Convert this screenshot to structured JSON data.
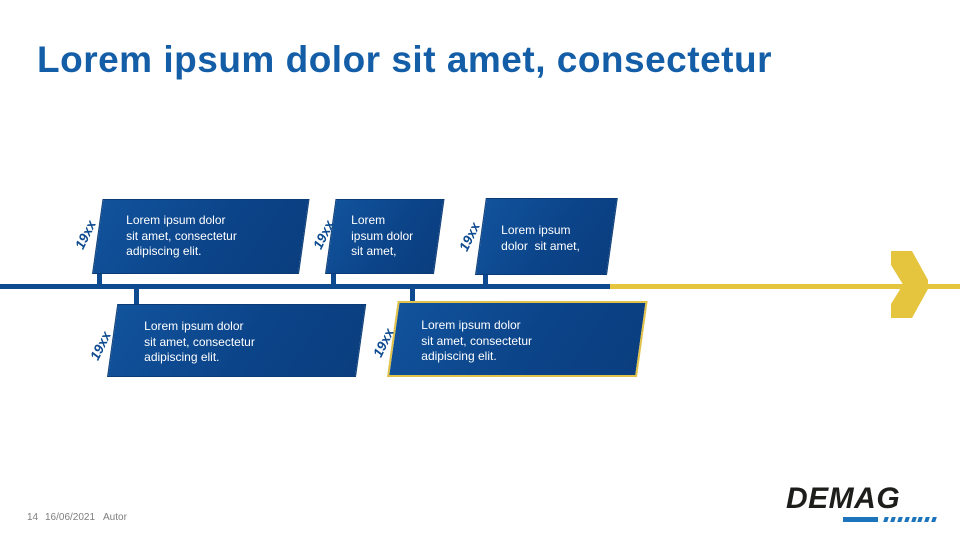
{
  "title": "Lorem ipsum dolor sit amet, consectetur",
  "timeline": {
    "upper_boxes": [
      {
        "year_label": "19xx",
        "lines": [
          "Lorem ipsum dolor",
          "sit amet, consectetur",
          "adipiscing elit."
        ]
      },
      {
        "year_label": "19xx",
        "lines": [
          "Lorem",
          "ipsum dolor",
          "sit amet,"
        ]
      },
      {
        "year_label": "19xx",
        "lines": [
          "Lorem ipsum",
          "dolor  sit amet,"
        ]
      }
    ],
    "lower_boxes": [
      {
        "year_label": "19xx",
        "lines": [
          "Lorem ipsum dolor",
          "sit amet, consectetur",
          "adipiscing elit."
        ],
        "highlighted": false
      },
      {
        "year_label": "19xx",
        "lines": [
          "Lorem ipsum dolor",
          "sit amet, consectetur",
          "adipiscing elit."
        ],
        "highlighted": true
      }
    ],
    "arrow_icon": "chevron-right"
  },
  "footer": {
    "page_number": "14",
    "date": "16/06/2021",
    "author": "Autor"
  },
  "logo": {
    "brand": "DEMAG"
  },
  "colors": {
    "title_blue": "#145EA8",
    "box_blue": "#0C4489",
    "timeline_blue": "#0D4A8F",
    "accent_yellow": "#E6C53E",
    "highlight_border_yellow": "#E0C24A",
    "logo_bar_blue": "#1C75BC",
    "footer_gray": "#7E7E7E"
  }
}
